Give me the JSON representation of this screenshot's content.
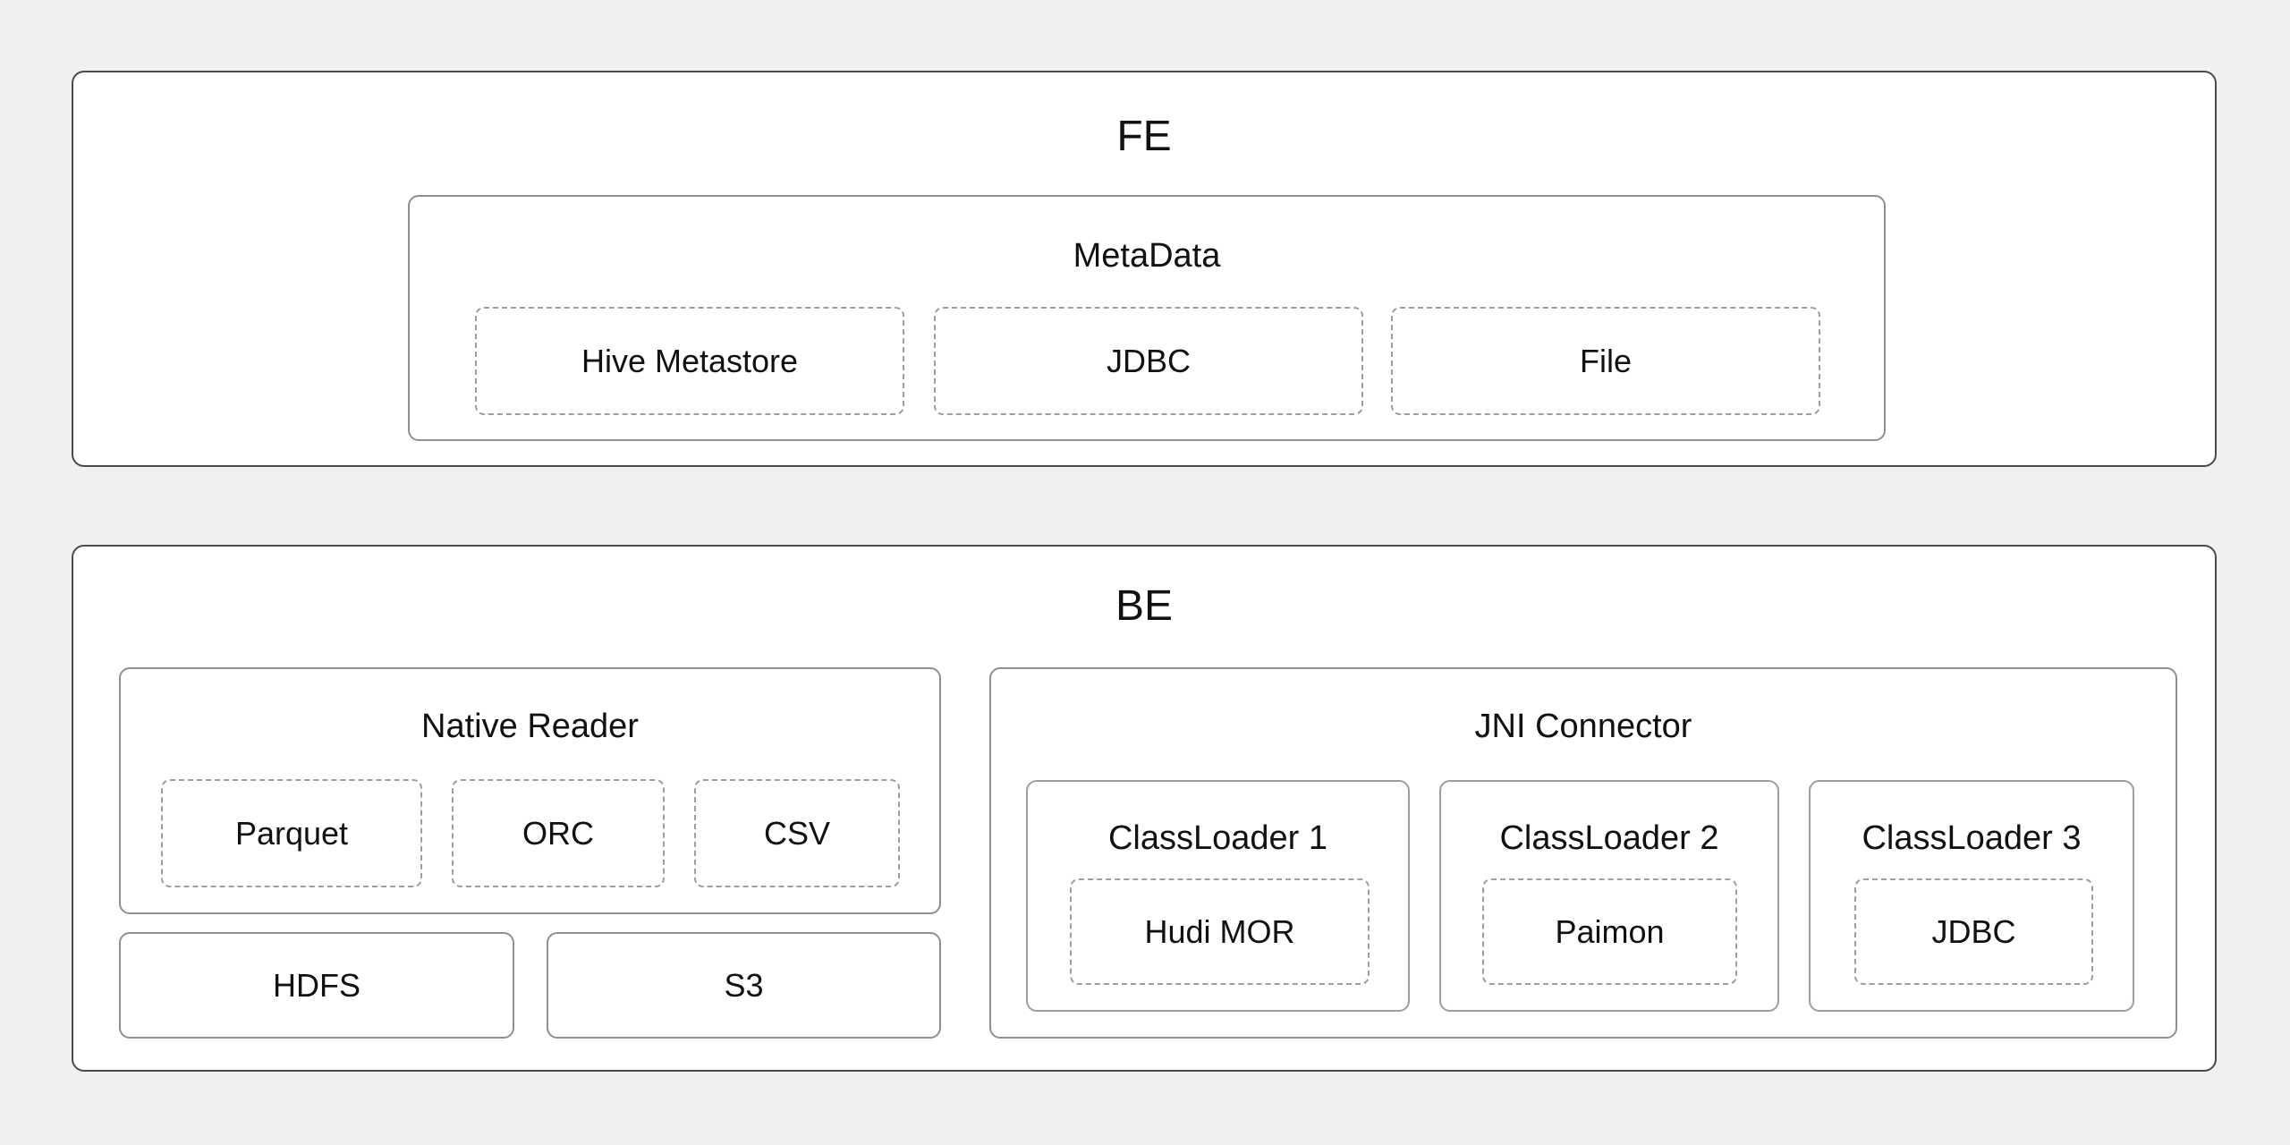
{
  "diagram": {
    "fe": {
      "title": "FE",
      "metadata": {
        "title": "MetaData",
        "items": [
          {
            "label": "Hive Metastore"
          },
          {
            "label": "JDBC"
          },
          {
            "label": "File"
          }
        ]
      }
    },
    "be": {
      "title": "BE",
      "native_reader": {
        "title": "Native Reader",
        "items": [
          {
            "label": "Parquet"
          },
          {
            "label": "ORC"
          },
          {
            "label": "CSV"
          }
        ]
      },
      "storage": [
        {
          "label": "HDFS"
        },
        {
          "label": "S3"
        }
      ],
      "jni_connector": {
        "title": "JNI Connector",
        "classloaders": [
          {
            "title": "ClassLoader 1",
            "item": "Hudi MOR"
          },
          {
            "title": "ClassLoader 2",
            "item": "Paimon"
          },
          {
            "title": "ClassLoader 3",
            "item": "JDBC"
          }
        ]
      }
    },
    "colors": {
      "background": "#f0f0f0",
      "outer_border": "#4a4a4a",
      "section_border": "#8f8f8f",
      "dashed_border": "#9e9e9e",
      "box_fill": "#ffffff",
      "text": "#111111"
    }
  }
}
